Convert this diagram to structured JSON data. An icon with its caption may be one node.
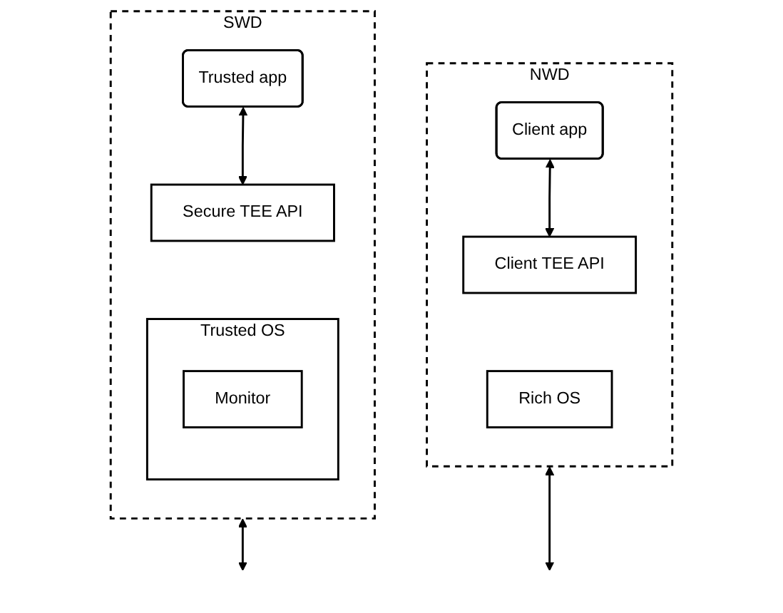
{
  "diagram": {
    "nodes": [
      {
        "text": [
          "NWD"
        ]
      },
      {
        "text": [
          "Client app"
        ],
        "in": 0
      },
      {
        "text": [
          "Client TEE API"
        ],
        "in": 0
      },
      {
        "text": [
          "Rich OS"
        ],
        "in": 0
      },
      {
        "text": [
          "SWD"
        ]
      },
      {
        "text": [
          "Trusted app"
        ],
        "in": 4
      },
      {
        "text": [
          "Secure TEE API"
        ],
        "in": 4
      },
      {
        "text": [
          "Trusted OS"
        ],
        "in": 4
      },
      {
        "text": [
          "Monitor"
        ],
        "in": 7
      }
    ],
    "edges": [
      {
        "from": 1,
        "to": 2,
        "arrow": "both"
      },
      {
        "from": 5,
        "to": 6,
        "arrow": "both"
      },
      {
        "from": 0,
        "to": null,
        "arrow": "both"
      },
      {
        "from": 4,
        "to": null,
        "arrow": "both"
      }
    ]
  }
}
